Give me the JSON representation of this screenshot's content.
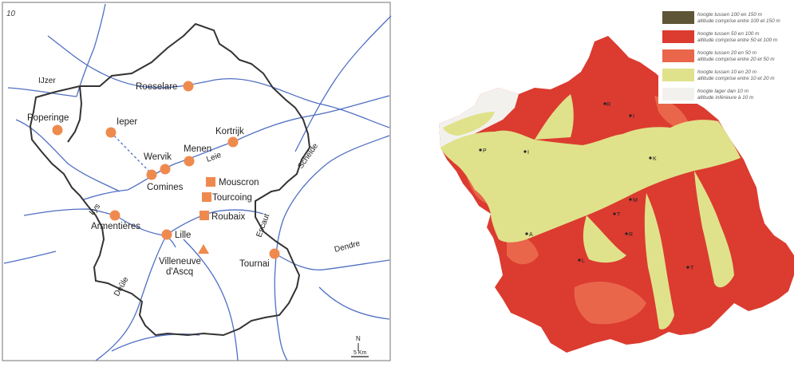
{
  "left_map": {
    "page_number": "10",
    "cities": {
      "roeselare": "Roeselare",
      "poperinge": "Poperinge",
      "ieper": "Ieper",
      "kortrijk": "Kortrijk",
      "menen": "Menen",
      "wervik": "Wervik",
      "comines": "Comines",
      "mouscron": "Mouscron",
      "tourcoing": "Tourcoing",
      "roubaix": "Roubaix",
      "armentieres": "Armentières",
      "lille": "Lille",
      "villeneuve_1": "Villeneuve",
      "villeneuve_2": "d'Ascq",
      "tournai": "Tournai"
    },
    "rivers": {
      "ijzer": "IJzer",
      "leie": "Leie",
      "lys": "Lys",
      "schelde": "Schelde",
      "escaut": "Escaut",
      "deule": "Deûle",
      "dendre": "Dendre"
    },
    "north": "N",
    "scale": "5 Km",
    "colors": {
      "marker": "#ef8a4e",
      "river": "#4f6fc4",
      "border": "#333333"
    }
  },
  "right_map": {
    "legend": [
      {
        "color": "#5e5536",
        "line1": "hoogte tussen 100 en 150 m",
        "line2": "altitude comprise entre 100 et 150 m"
      },
      {
        "color": "#dc3b30",
        "line1": "hoogte tussen 50 en 100 m",
        "line2": "altitude comprise entre 50 et 100 m"
      },
      {
        "color": "#e9664a",
        "line1": "hoogte tussen 20 en 50 m",
        "line2": "altitude comprise entre 20 et 50 m"
      },
      {
        "color": "#dfe28a",
        "line1": "hoogte tussen 10 en 20 m",
        "line2": "altitude comprise entre 10 et 20 m"
      },
      {
        "color": "#f3f1ee",
        "line1": "hoogte lager dan 10 m",
        "line2": "altitude inférieure à 10 m"
      }
    ],
    "points": {
      "r": "R",
      "i_north": "I",
      "p": "P",
      "i_west": "I",
      "k": "K",
      "m": "M",
      "t_center": "T",
      "r_center": "R",
      "a": "A",
      "l": "L",
      "t_east": "T"
    },
    "colors": {
      "high": "#dc3b30",
      "mid": "#e9664a",
      "low": "#dfe28a",
      "lowest": "#f3f1ee"
    }
  }
}
